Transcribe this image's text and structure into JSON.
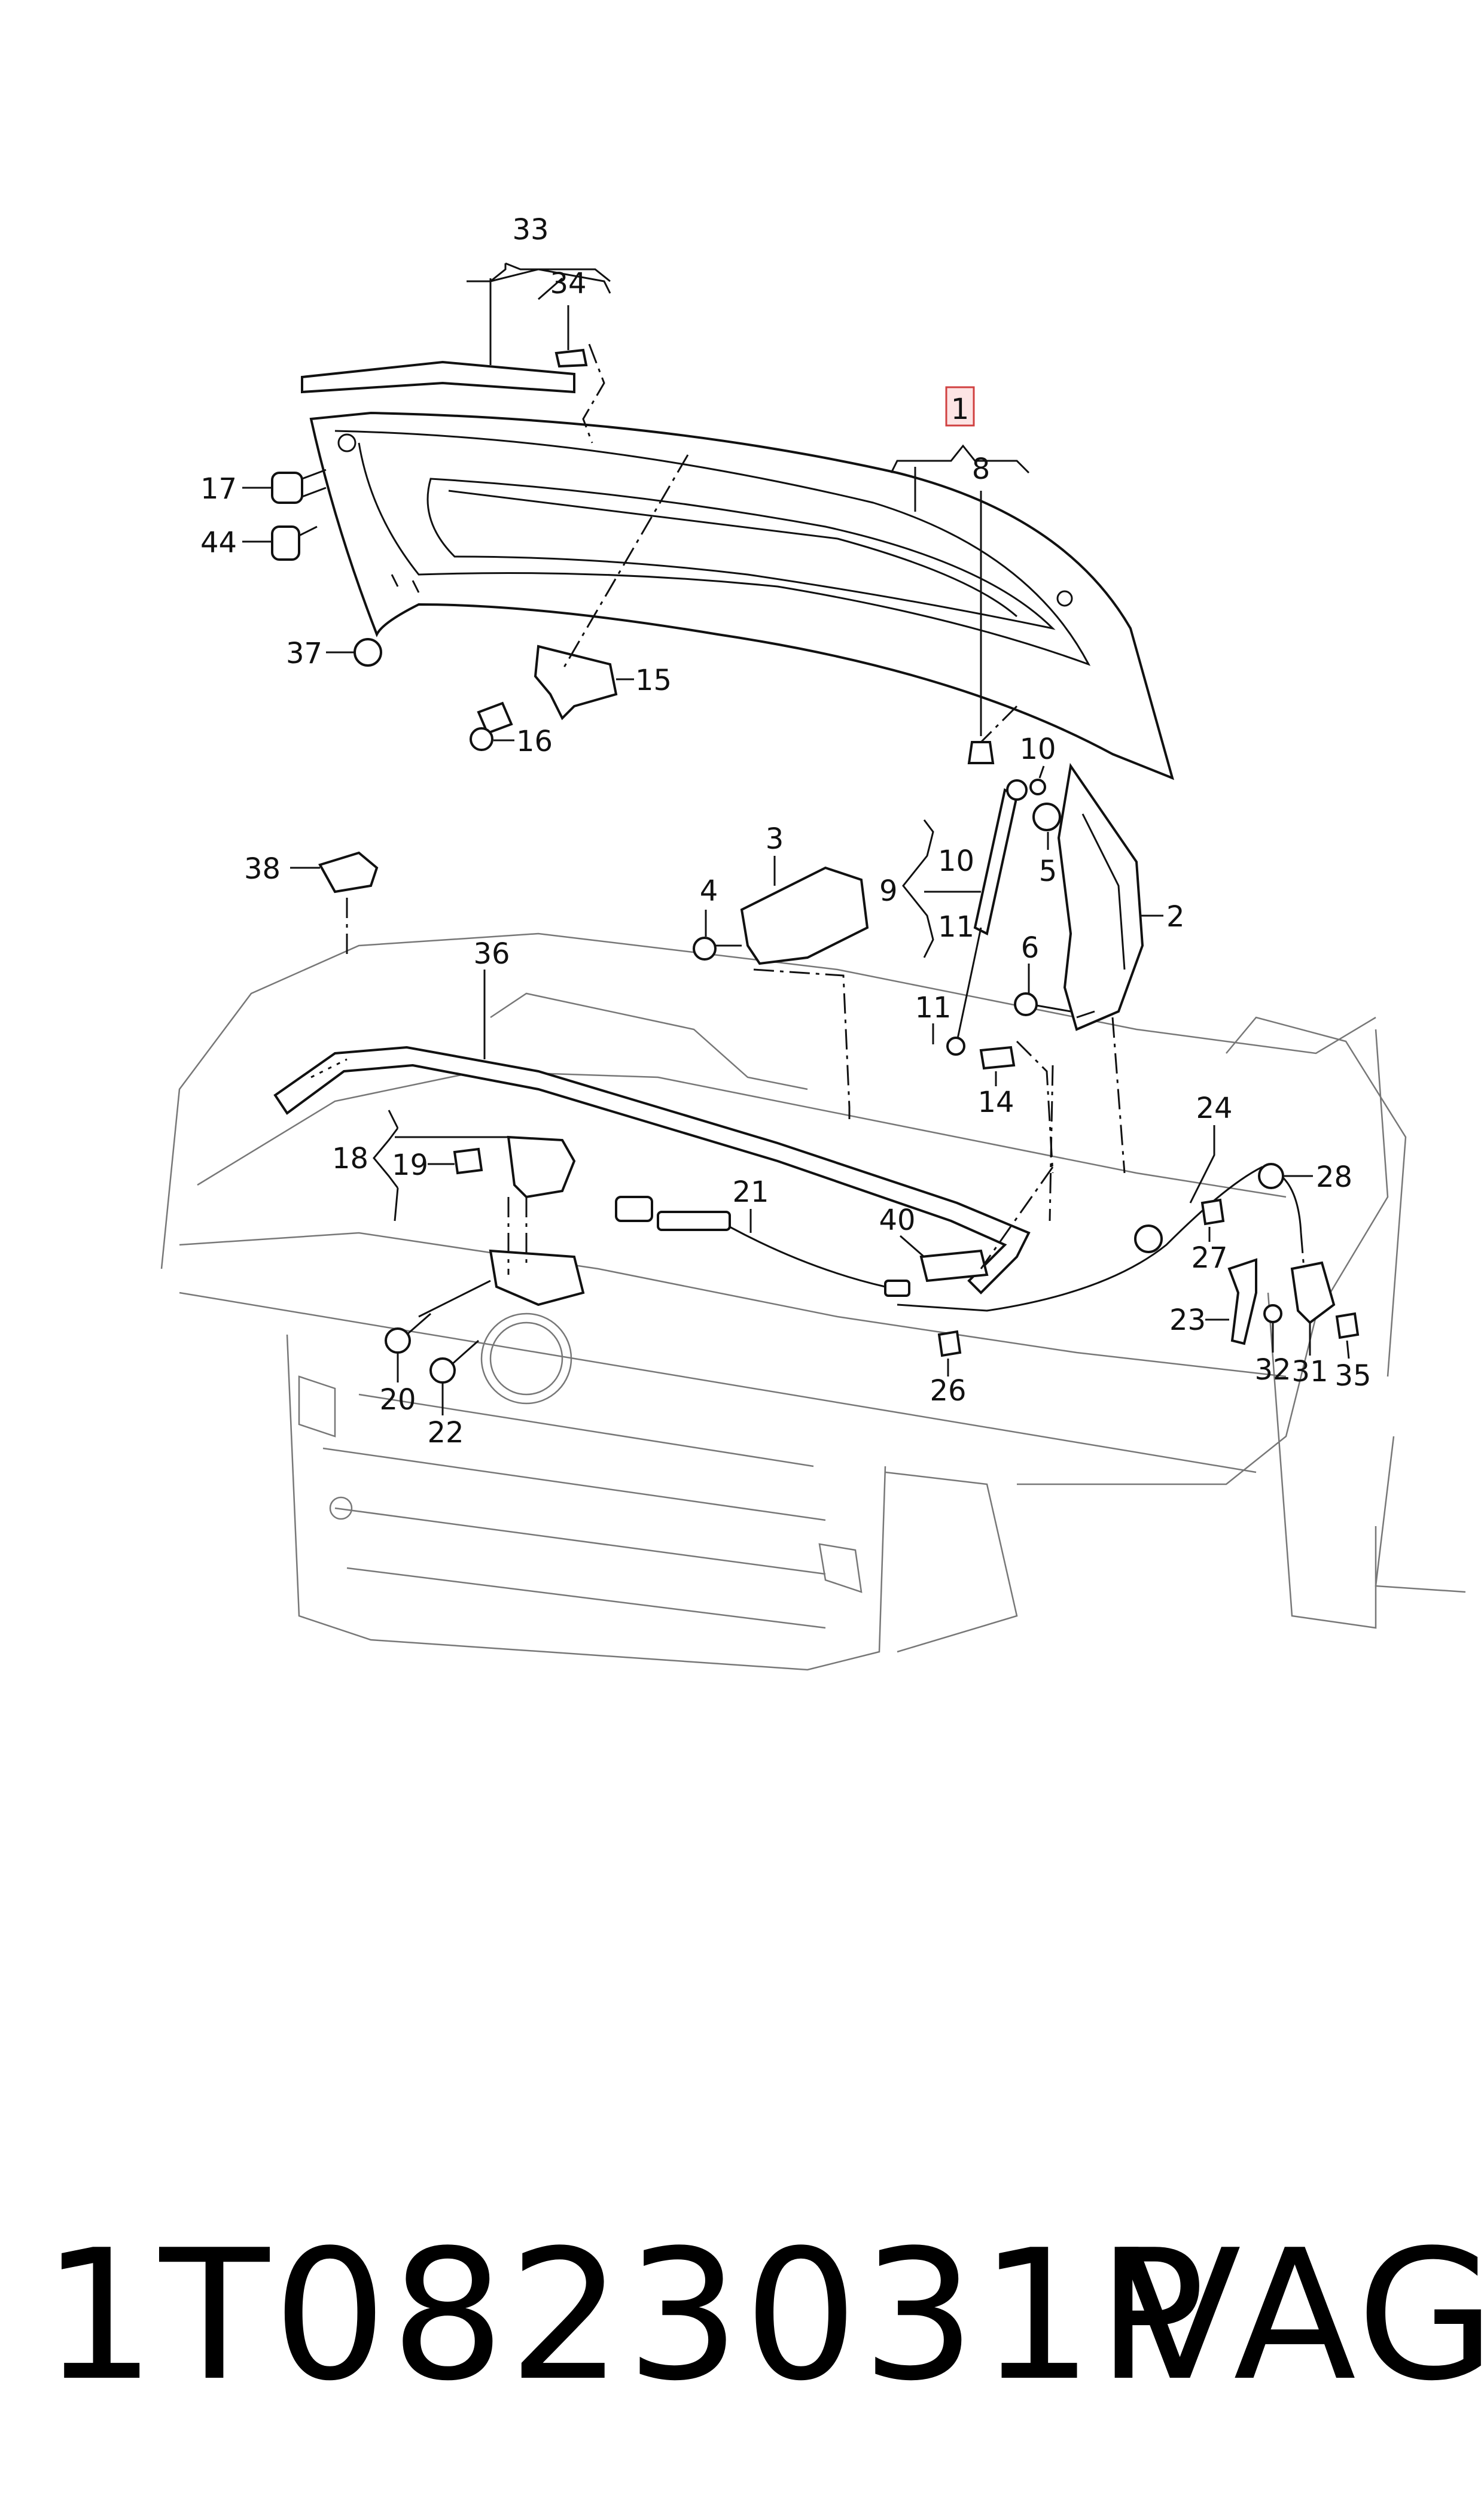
{
  "callouts": [
    "1",
    "2",
    "3",
    "4",
    "5",
    "6",
    "8",
    "9",
    "10",
    "11",
    "14",
    "15",
    "16",
    "17",
    "18",
    "19",
    "20",
    "21",
    "22",
    "23",
    "24",
    "26",
    "27",
    "28",
    "31",
    "32",
    "33",
    "34",
    "35",
    "36",
    "37",
    "38",
    "40",
    "44"
  ],
  "callouts_repeated": {
    "10b": "10",
    "11b": "11"
  },
  "highlight": {
    "callout": "1",
    "color": "#d04040"
  },
  "footer": {
    "part_number": "1T0823031P",
    "brand": "VAG"
  }
}
